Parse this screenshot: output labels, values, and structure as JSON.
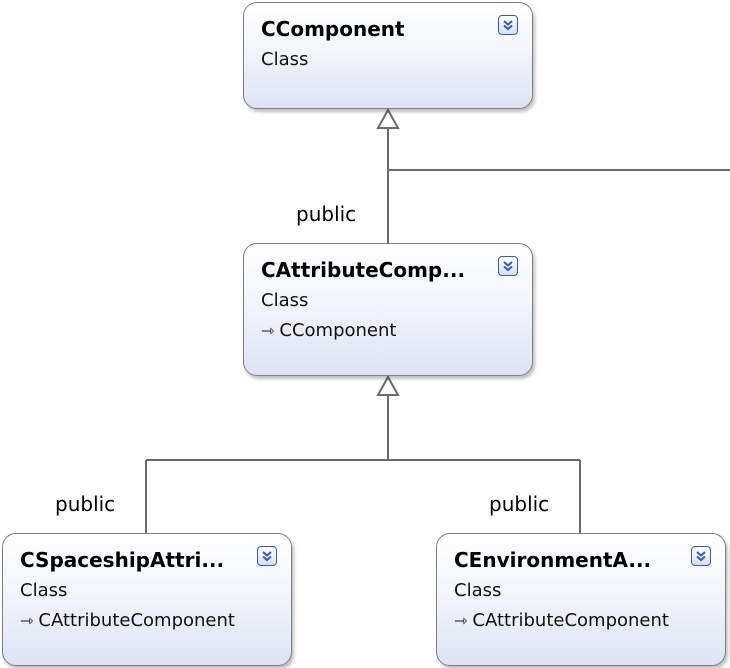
{
  "classes": [
    {
      "name": "CComponent",
      "type": "Class",
      "base": ""
    },
    {
      "name": "CAttributeComp...",
      "type": "Class",
      "base": "CComponent"
    },
    {
      "name": "CSpaceshipAttri...",
      "type": "Class",
      "base": "CAttributeComponent"
    },
    {
      "name": "CEnvironmentA...",
      "type": "Class",
      "base": "CAttributeComponent"
    }
  ],
  "relations": [
    {
      "label": "public"
    },
    {
      "label": "public"
    },
    {
      "label": "public"
    }
  ],
  "colors": {
    "line": "#6b6b6b",
    "toggle_border": "#3a5ba7"
  }
}
